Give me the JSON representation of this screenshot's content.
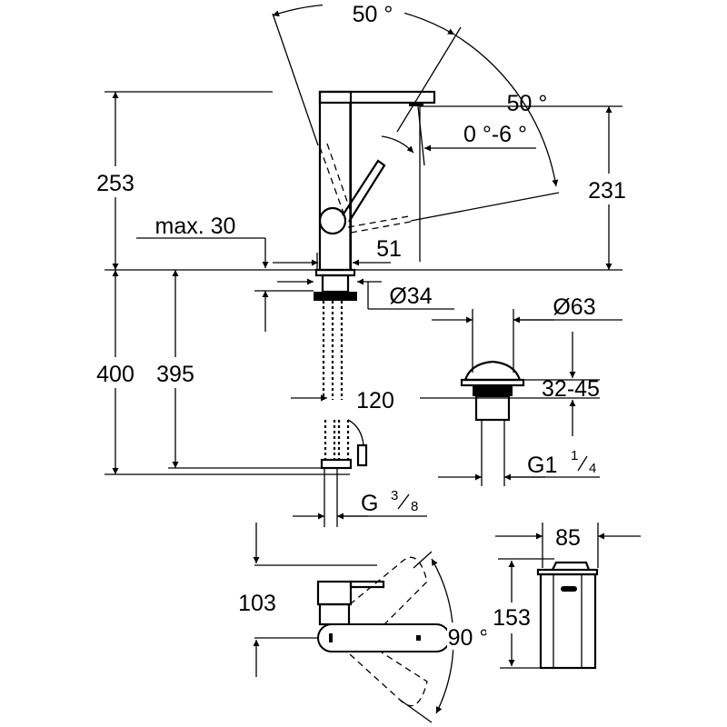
{
  "drawing": {
    "angle_swivel_top": "50 °",
    "angle_swivel_right": "50 °",
    "angle_aerator": "0 °-6 °",
    "height_total": "253",
    "height_spout": "231",
    "max_thickness": "max. 30",
    "base_to_spout_axis": "51",
    "base_diameter": "Ø34",
    "waste_diameter": "Ø63",
    "hose_length": "400",
    "hose_length_inner": "395",
    "shank_length": "120",
    "waste_range": "32-45",
    "waste_thread_main": "G1",
    "waste_thread_num": "1",
    "waste_thread_den": "4",
    "hose_thread_main": "G",
    "hose_thread_num": "3",
    "hose_thread_den": "8",
    "projection": "103",
    "lever_angle": "90 °",
    "depth": "85",
    "box_height": "153"
  }
}
